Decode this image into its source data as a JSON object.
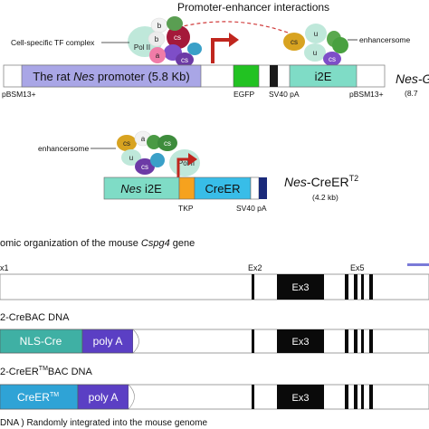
{
  "top": {
    "title": "Promoter-enhancer interactions",
    "tf_complex_label": "Cell-specific TF complex",
    "enhancersome_label": "enhancersome",
    "promoter_label_prefix": "The rat ",
    "promoter_label_italic": "Nes",
    "promoter_label_suffix": " promoter (5.8 Kb)",
    "i2e_label": "i2E",
    "left_vector": "pBSM13+",
    "right_vector": "pBSM13+",
    "egfp_label": "EGFP",
    "sv40_label": "SV40 pA",
    "construct_name": "Nes-G",
    "construct_size": "(8.7",
    "complex": {
      "b1": "b",
      "b2": "b",
      "a": "a",
      "cs1": "cs",
      "cs2": "cs",
      "polii": "Pol II"
    },
    "enh": {
      "cs1": "cs",
      "u1": "u",
      "u2": "u",
      "cs2": "cs"
    }
  },
  "middle": {
    "enhancersome_label": "enhancersome",
    "enh": {
      "cs1": "cs",
      "a": "a",
      "cs2": "cs",
      "u": "u",
      "cs3": "cs",
      "polii": "Pol II"
    },
    "nes_i2e_label_italic": "Nes",
    "nes_i2e_label_suffix": " i2E",
    "creer_label": "CreER",
    "tkp_label": "TKP",
    "sv40_label": "SV40 pA",
    "construct_name_italic": "Nes",
    "construct_name_suffix": "-CreER",
    "construct_superscript": "T2",
    "construct_size": "(4.2 kb)"
  },
  "bottom": {
    "heading_prefix": "omic organization of the mouse ",
    "heading_italic": "Cspg4",
    "heading_suffix": " gene",
    "ex1_label": "x1",
    "ex2_label": "Ex2",
    "ex3_label": "Ex3",
    "ex5_label": "Ex5",
    "bac1_label": "2-CreBAC DNA",
    "nls_cre_label": "NLS-Cre",
    "polya_label": "poly A",
    "bac1_ex3": "Ex3",
    "bac2_label_prefix": "2-CreER",
    "bac2_label_sup": "TM",
    "bac2_label_suffix": "BAC DNA",
    "creer_tm_label": "CreER",
    "creer_tm_sup": "TM",
    "polya2_label": "poly A",
    "bac2_ex3": "Ex3",
    "footnote": "DNA ) Randomly integrated into the mouse genome"
  },
  "colors": {
    "promoter_fill": "#a9a6e6",
    "i2e_fill": "#7fdcc6",
    "egfp_fill": "#22c222",
    "creer_fill": "#38bde8",
    "tkp_fill": "#f6a21e",
    "sv40_fill": "#1a1a1a",
    "navy": "#1a2a7a",
    "nls_cre_fill": "#3fb0a4",
    "polya_fill": "#5b3fc4",
    "creer_tm_fill": "#2fa3d6",
    "arrow_red": "#c0261e",
    "exon_black": "#0a0a0a",
    "blue_tick": "#7a7ad8"
  }
}
